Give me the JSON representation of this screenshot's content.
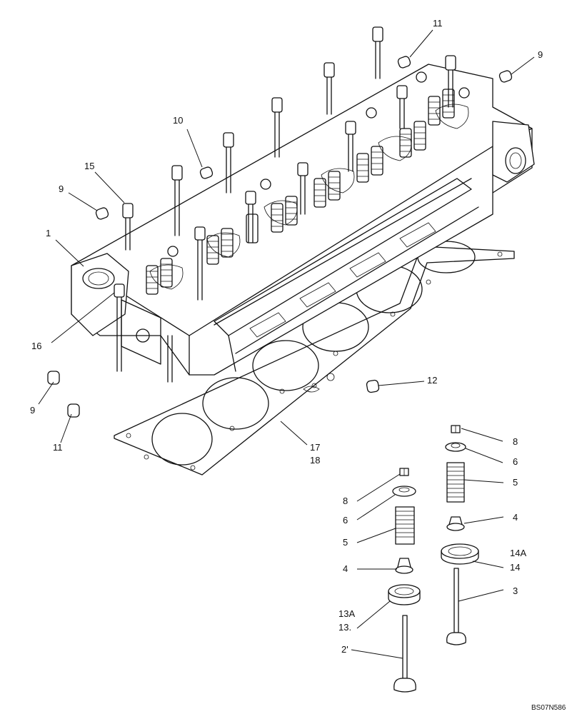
{
  "callouts": {
    "c11_top": "11",
    "c9_top_right": "9",
    "c10": "10",
    "c15": "15",
    "c9_left": "9",
    "c1": "1",
    "c16": "16",
    "c9_bottom": "9",
    "c11_bottom": "11",
    "c12": "12",
    "c17": "17",
    "c18": "18",
    "c8_right": "8",
    "c6_right": "6",
    "c5_right": "5",
    "c4_right": "4",
    "c14a": "14A",
    "c14": "14",
    "c3": "3",
    "c8_left": "8",
    "c6_left": "6",
    "c5_left": "5",
    "c4_left": "4",
    "c13a": "13A",
    "c13": "13.",
    "c2": "2'"
  },
  "reference_code": "BS07N586"
}
